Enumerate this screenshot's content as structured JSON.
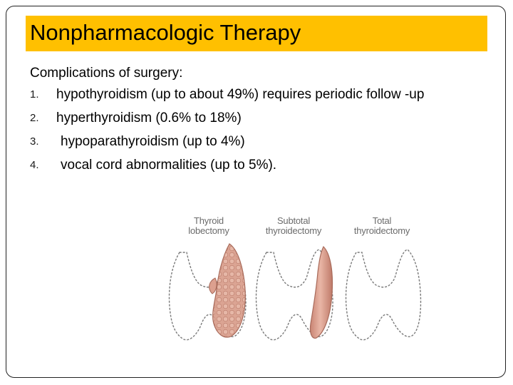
{
  "slide": {
    "title": "Nonpharmacologic Therapy",
    "intro": "Complications of surgery:",
    "items": [
      {
        "number": "1.",
        "text": "hypothyroidism (up to about 49%) requires periodic follow -up"
      },
      {
        "number": "2.",
        "text": "hyperthyroidism (0.6% to 18%)"
      },
      {
        "number": "3.",
        "text": "hypoparathyroidism (up to 4%)"
      },
      {
        "number": "4.",
        "text": "vocal cord abnormalities (up to 5%)."
      }
    ],
    "title_bar_color": "#ffc000"
  },
  "figure": {
    "labels": [
      {
        "line1": "Thyroid",
        "line2": "lobectomy"
      },
      {
        "line1": "Subtotal",
        "line2": "thyroidectomy"
      },
      {
        "line1": "Total",
        "line2": "thyroidectomy"
      }
    ],
    "tissue_color": "#d99a8a"
  }
}
